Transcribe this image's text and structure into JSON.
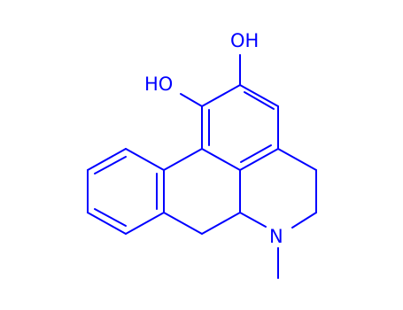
{
  "molecule": {
    "color": "#0000ff",
    "atom_labels": {
      "oh_top": "OH",
      "ho_left": "HO",
      "nitrogen": "N"
    }
  }
}
